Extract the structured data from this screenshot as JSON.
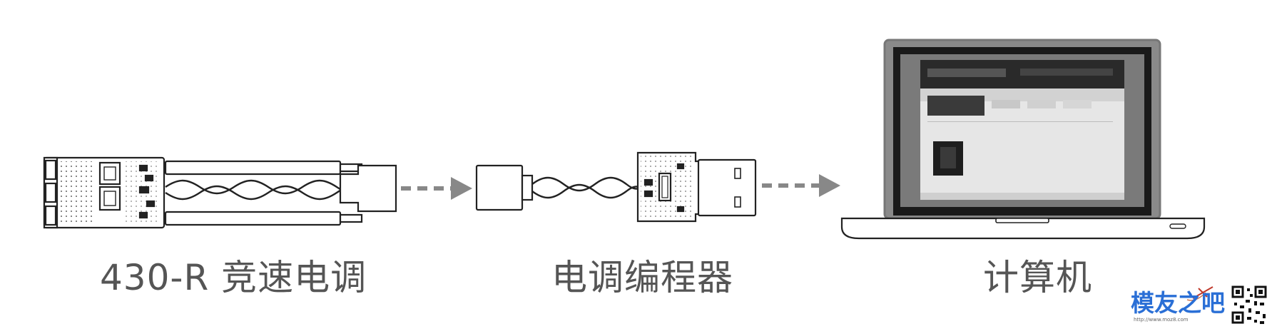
{
  "captions": {
    "esc": "430-R 竞速电调",
    "programmer": "电调编程器",
    "computer": "计算机"
  },
  "watermark": {
    "text": "模友之吧",
    "url": "http://www.moz8.com"
  },
  "icons": [
    "esc-board-illustration",
    "arrow-right-icon",
    "usb-programmer-illustration",
    "laptop-illustration",
    "qr-code-icon"
  ]
}
